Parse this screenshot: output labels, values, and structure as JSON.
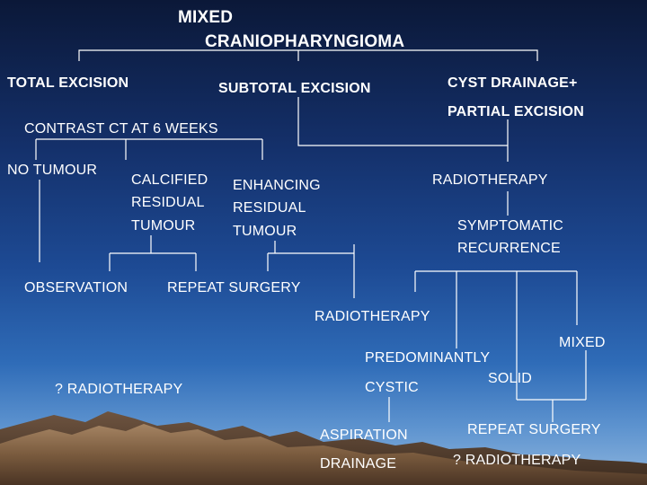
{
  "title": {
    "line1": "MIXED",
    "line2": "CRANIOPHARYNGIOMA"
  },
  "branches": {
    "total_excision": "TOTAL EXCISION",
    "subtotal_excision": "SUBTOTAL EXCISION",
    "cyst_drainage_line1": "CYST DRAINAGE+",
    "cyst_drainage_line2": "PARTIAL EXCISION"
  },
  "ct": "CONTRAST CT AT 6 WEEKS",
  "no_tumour": "NO TUMOUR",
  "calcified": {
    "line1": "CALCIFIED",
    "line2": "RESIDUAL",
    "line3": "TUMOUR"
  },
  "enhancing": {
    "line1": "ENHANCING",
    "line2": "RESIDUAL",
    "line3": "TUMOUR"
  },
  "radiotherapy_right": "RADIOTHERAPY",
  "symptomatic": {
    "line1": "SYMPTOMATIC",
    "line2": "RECURRENCE"
  },
  "observation": "OBSERVATION",
  "repeat_surgery_left": "REPEAT  SURGERY",
  "radiotherapy_mid": "RADIOTHERAPY",
  "mixed": "MIXED",
  "predominantly": "PREDOMINANTLY",
  "solid": "SOLID",
  "cystic": "CYSTIC",
  "q_radiotherapy_left": "? RADIOTHERAPY",
  "aspiration": {
    "line1": "ASPIRATION",
    "line2": "DRAINAGE"
  },
  "repeat_surgery_right": "REPEAT SURGERY",
  "q_radiotherapy_right": "? RADIOTHERAPY",
  "colors": {
    "text": "#ffffff",
    "lines": "#ffffff",
    "sky_top": "#0b1838",
    "sky_bottom": "#8fb6de",
    "mountain": "#8a6a4a"
  }
}
